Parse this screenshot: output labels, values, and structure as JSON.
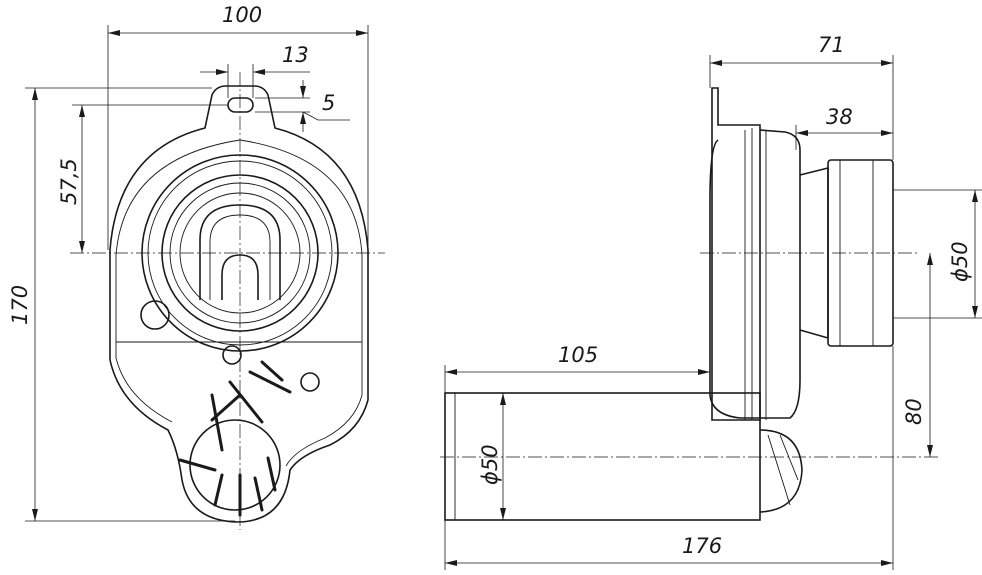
{
  "dimensions": {
    "front_width": "100",
    "slot_width": "13",
    "slot_height": "5",
    "tab_to_center": "57,5",
    "total_height": "170",
    "side_depth": "71",
    "outlet_length": "38",
    "outlet_diameter": "ϕ50",
    "outlet_offset": "80",
    "pipe_length": "105",
    "pipe_diameter": "ϕ50",
    "total_length": "176"
  }
}
